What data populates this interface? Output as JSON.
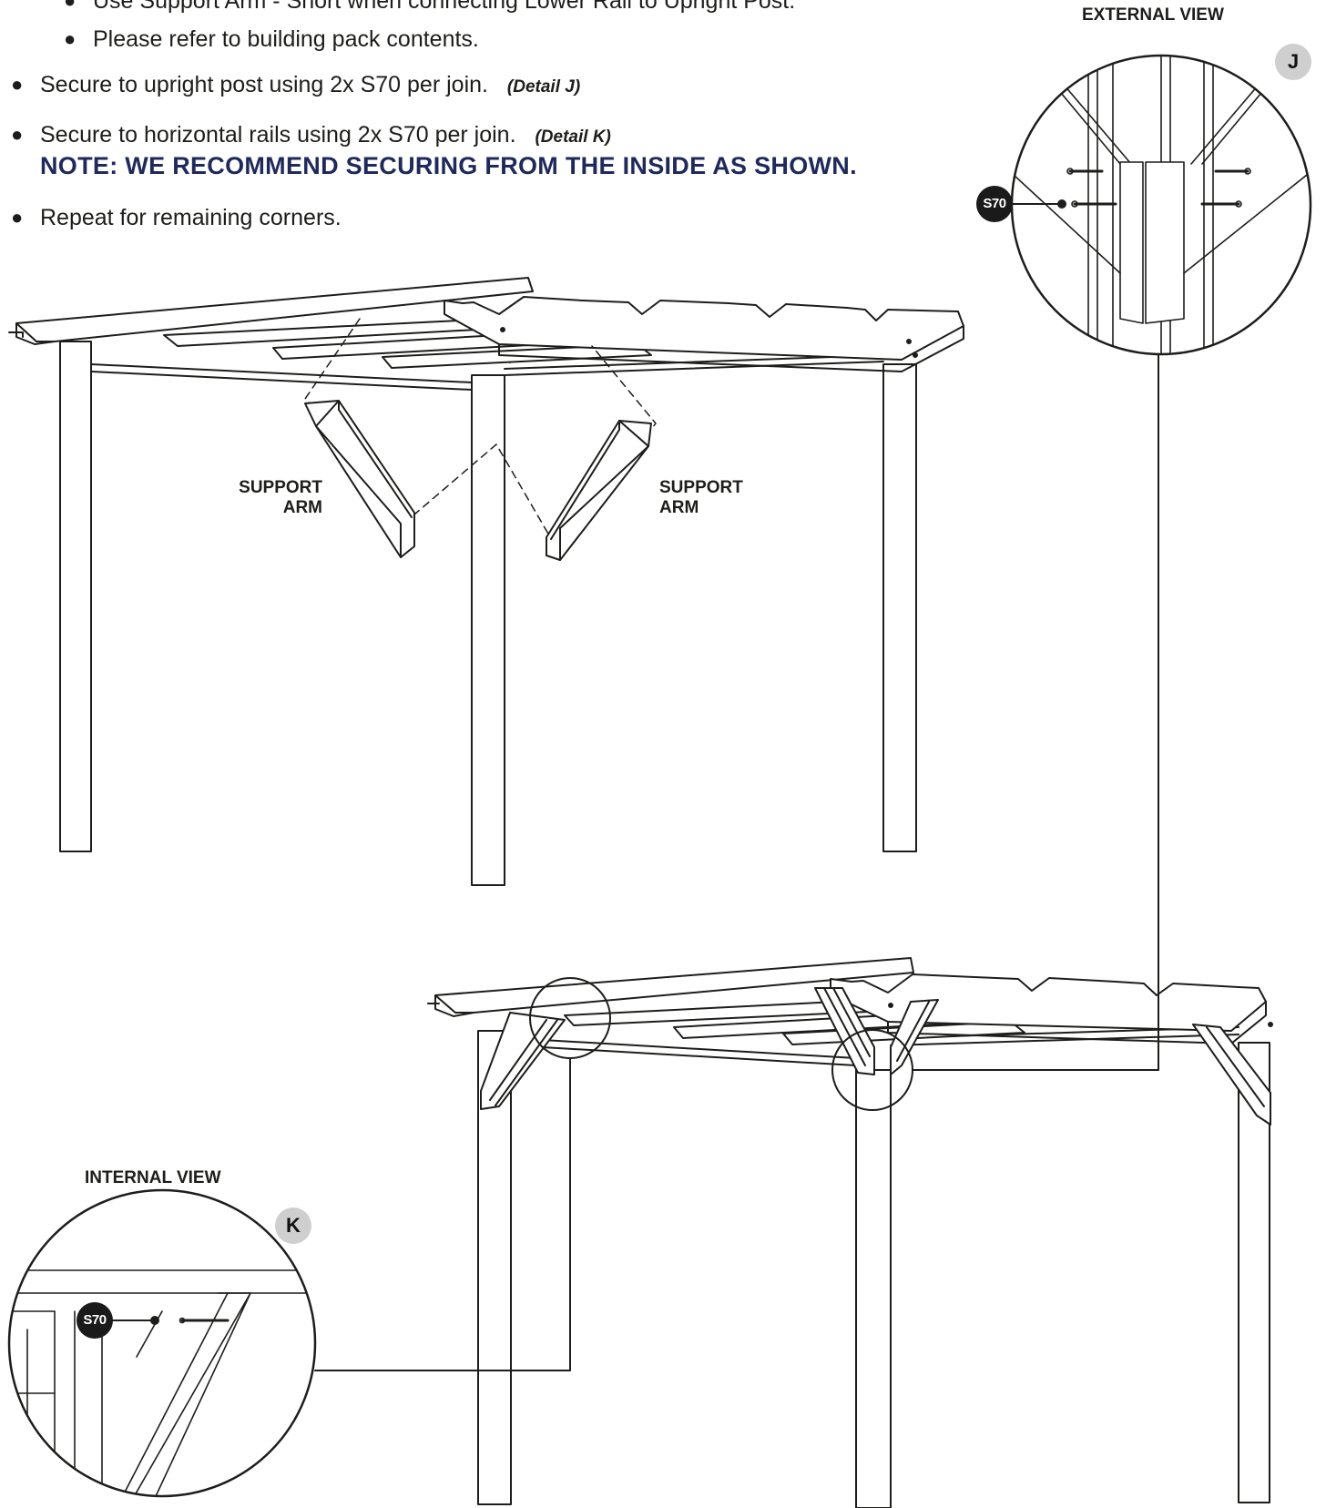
{
  "instructions": {
    "sub1": "Use Support Arm - Short when connecting Lower Rail to Upright Post.",
    "sub2": "Please refer to building pack contents.",
    "step1": "Secure to upright post using 2x S70 per join.",
    "step1_detail": "(Detail J)",
    "step2": "Secure to horizontal rails using 2x S70 per join.",
    "step2_detail": "(Detail K)",
    "note": "NOTE: WE RECOMMEND SECURING FROM THE INSIDE AS SHOWN.",
    "step3": "Repeat for remaining corners."
  },
  "labels": {
    "support_arm_left_l1": "SUPPORT",
    "support_arm_left_l2": "ARM",
    "support_arm_right_l1": "SUPPORT",
    "support_arm_right_l2": "ARM"
  },
  "details": {
    "external_view": "EXTERNAL VIEW",
    "internal_view": "INTERNAL VIEW",
    "badge_j": "J",
    "badge_k": "K",
    "part_j": "S70",
    "part_k": "S70"
  },
  "colors": {
    "ink": "#1d1d1b",
    "note": "#1f2a5a",
    "badge_bg": "#cfcfcf",
    "part_bg": "#1a1a1a"
  }
}
